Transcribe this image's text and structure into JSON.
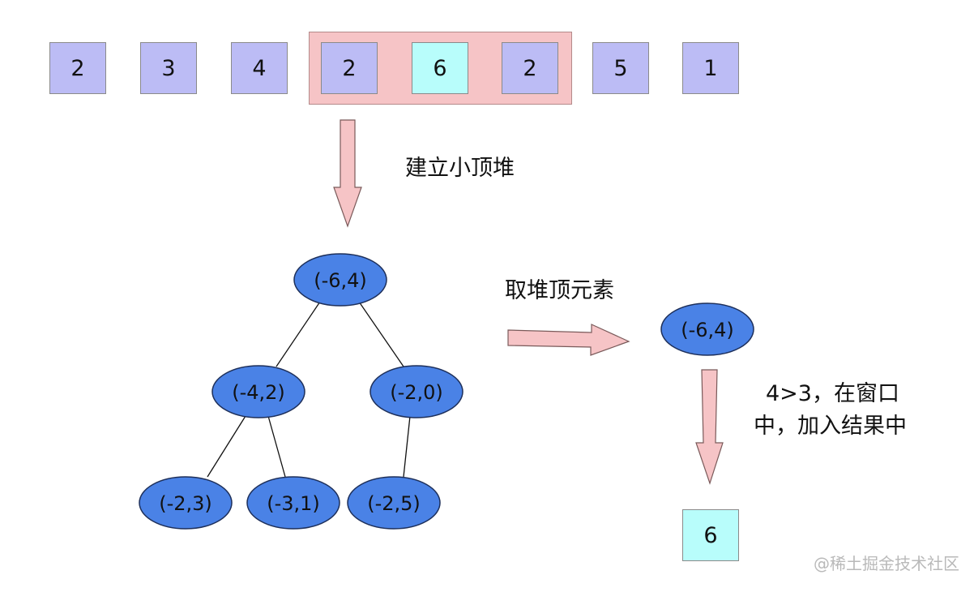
{
  "array": [
    "2",
    "3",
    "4",
    "2",
    "6",
    "2",
    "5",
    "1"
  ],
  "highlight_index": 4,
  "step_labels": {
    "build_heap": "建立小顶堆",
    "take_top": "取堆顶元素",
    "condition_line1": "4>3，在窗口",
    "condition_line2": "中，加入结果中"
  },
  "heap": {
    "root": "(-6,4)",
    "left": "(-4,2)",
    "right": "(-2,0)",
    "left_left": "(-2,3)",
    "left_right": "(-3,1)",
    "right_left": "(-2,5)"
  },
  "popped": "(-6,4)",
  "result": "6",
  "watermark": "@稀土掘金技术社区",
  "colors": {
    "array_box": "#bcbcf5",
    "highlight_box": "#b8fdfb",
    "window": "#f6c4c6",
    "arrow": "#f6c4c6",
    "node": "#4a82e6"
  }
}
